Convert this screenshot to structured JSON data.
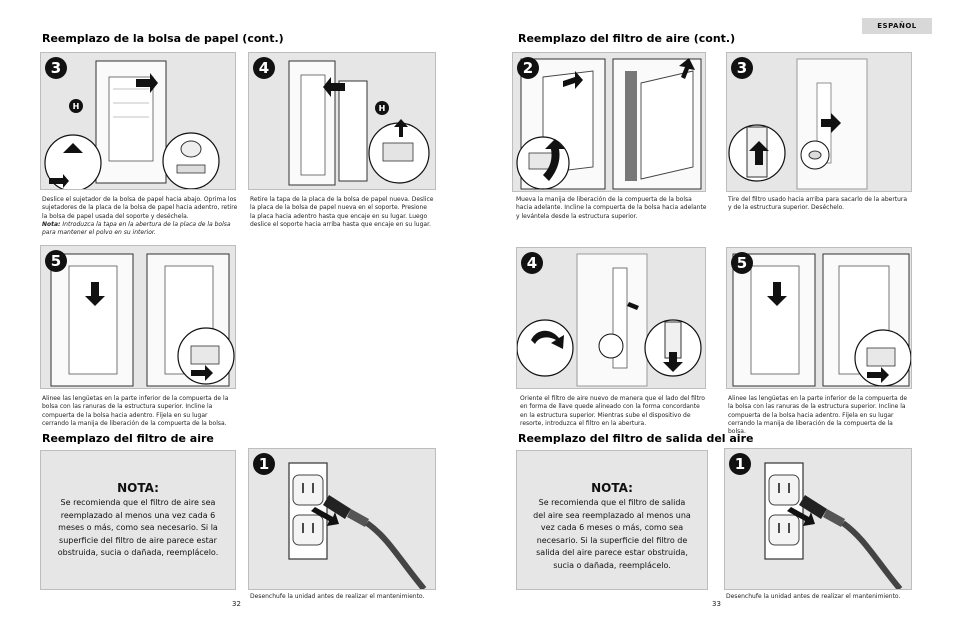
{
  "language_badge": "ESPAÑOL",
  "left_page": {
    "heading_bag": "Reemplazo de la bolsa de papel (cont.)",
    "heading_air_filter": "Reemplazo del filtro de aire",
    "steps": [
      {
        "number": "3",
        "marker": "H",
        "caption": "Deslice el sujetador de la bolsa de papel hacia abajo. Oprima los sujetadores de la placa de la bolsa de papel hacia adentro, retire la bolsa de papel usada del soporte y deséchela.",
        "note_label": "Nota:",
        "note_text": "Introduzca la tapa en la abertura de la placa de la bolsa para mantener el polvo en su interior."
      },
      {
        "number": "4",
        "marker": "H",
        "caption": "Retire la tapa de la placa de la bolsa de papel nueva. Deslice la placa de la bolsa de papel nueva en el soporte. Presione la placa hacia adentro hasta que encaje en su lugar. Luego deslice el soporte hacia arriba hasta que encaje en su lugar."
      },
      {
        "number": "5",
        "caption": "Alinee las lengüetas en la parte inferior de la compuerta de la bolsa con las ranuras de la estructura superior. Incline la compuerta de la bolsa hacia adentro. Fíjela en su lugar cerrando la manija de liberación de la compuerta de la bolsa."
      },
      {
        "number": "1",
        "caption": "Desenchufe la unidad antes de realizar el mantenimiento."
      }
    ],
    "nota": {
      "title": "NOTA:",
      "text": "Se recomienda que el filtro de aire sea reemplazado al menos una vez cada 6 meses o más, como sea necesario. Si la superficie del filtro de aire parece estar obstruida, sucia o dañada, reemplácelo."
    },
    "page_number": "32"
  },
  "right_page": {
    "heading_air_filter_cont": "Reemplazo del filtro de aire (cont.)",
    "heading_exhaust_filter": "Reemplazo del filtro de salida del aire",
    "steps": [
      {
        "number": "2",
        "caption": "Mueva la manija de liberación de la compuerta de la bolsa hacia adelante. Incline la compuerta de la bolsa hacia adelante y levántela desde la estructura superior."
      },
      {
        "number": "3",
        "caption": "Tire del filtro usado hacia arriba para sacarlo de la abertura y de la estructura superior. Deséchelo."
      },
      {
        "number": "4",
        "caption": "Oriente el filtro de aire nuevo de manera que el lado del filtro en forma de llave quede alineado con la forma concordante en la estructura superior. Mientras sube el dispositivo de resorte, introduzca el filtro en la abertura."
      },
      {
        "number": "5",
        "caption": "Alinee las lengüetas en la parte inferior de la compuerta de la bolsa con las ranuras de la estructura superior. Incline la compuerta de la bolsa hacia adentro. Fíjela en su lugar cerrando la manija de liberación de la compuerta de la bolsa."
      },
      {
        "number": "1",
        "caption": "Desenchufe la unidad antes de realizar el mantenimiento."
      }
    ],
    "nota": {
      "title": "NOTA:",
      "text": "Se recomienda que el filtro de salida del aire sea reemplazado al menos una vez cada 6 meses o más, como sea necesario. Si la superficie del filtro de salida del aire parece estar obstruida, sucia o dañada, reemplácelo."
    },
    "page_number": "33"
  }
}
